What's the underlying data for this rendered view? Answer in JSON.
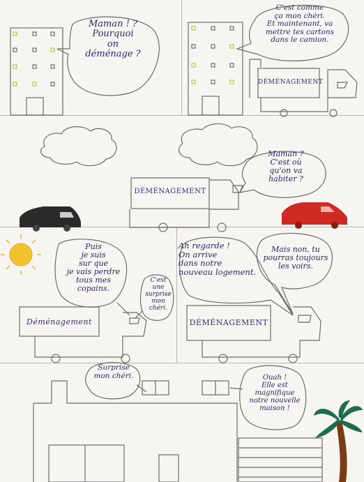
{
  "bubbles": {
    "p1": "Maman ! ?\nPourquoi\non\ndéménage ?",
    "p2": "C'est comme\nça mon chéri.\nEt maintenant, va\nmettre tes cartons\ndans le camion.",
    "p4": "Maman ?\nC'est où\nqu'on va\nhabiter ?",
    "p5a": "Puis\nje suis\nsur que\nje vais perdre\ntous mes\ncopains.",
    "p5b": "C'est\nune\nsurprise\nmon\nchéri.",
    "p6a": "Ah regarde !\nOn arrive\ndans notre\nnouveau logement.",
    "p6b": "Mais non, tu\npourras toujours\nles voirs.",
    "p7a": "Surprise\nmon chéri.",
    "p7b": "Ouah !\nElle est\nmagnifique\nnotre nouvelle\nmaison !"
  },
  "truck_labels": {
    "p2": "DÉMÉNAGEMENT",
    "p4": "DÉMÉNAGEMENT",
    "p5": "Déménagement",
    "p6": "DÉMÉNAGEMENT"
  },
  "colors": {
    "pencil": "#6b6b6b",
    "ink": "#2b2f7a",
    "red_car": "#cc2a22",
    "black_car": "#2a2a2a",
    "sun": "#f2c230",
    "palm_leaves": "#1f6b4e",
    "palm_trunk": "#7a3c14",
    "window_green": "#b7cc3a"
  }
}
